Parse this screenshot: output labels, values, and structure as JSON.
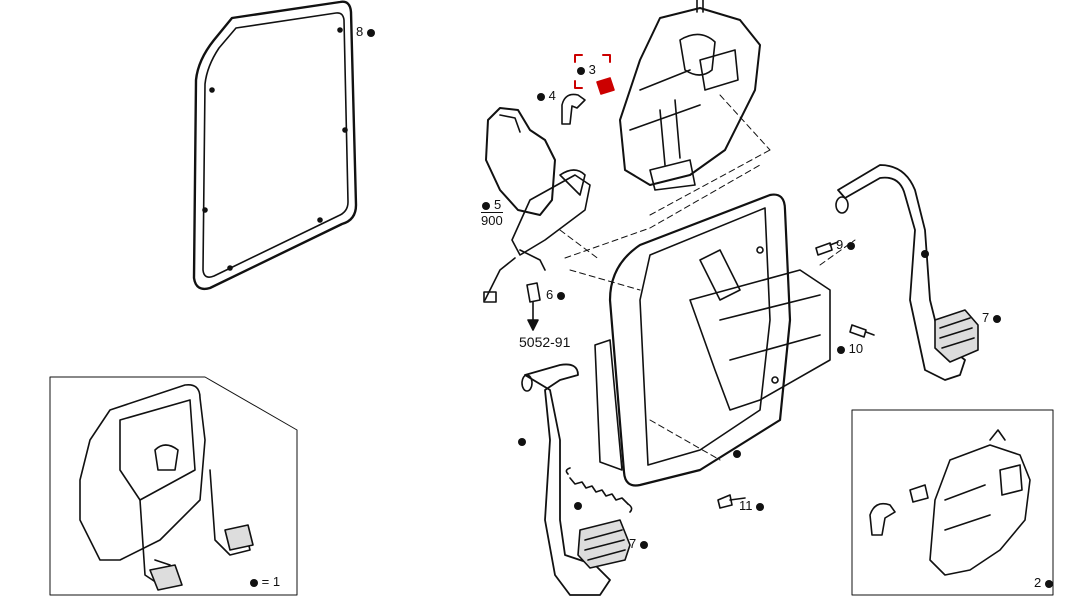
{
  "diagram": {
    "callouts": {
      "c1": "= 1",
      "c2": "2",
      "c3": "3",
      "c4": "4",
      "c6": "6",
      "c7a": "7",
      "c7b": "7",
      "c8": "8",
      "c9": "9",
      "c10": "10",
      "c11": "11"
    },
    "group_ref": {
      "numerator": "5",
      "denominator": "900"
    },
    "cross_reference": "5052-91",
    "highlight_color": "#cc0000",
    "line_color": "#111111"
  }
}
